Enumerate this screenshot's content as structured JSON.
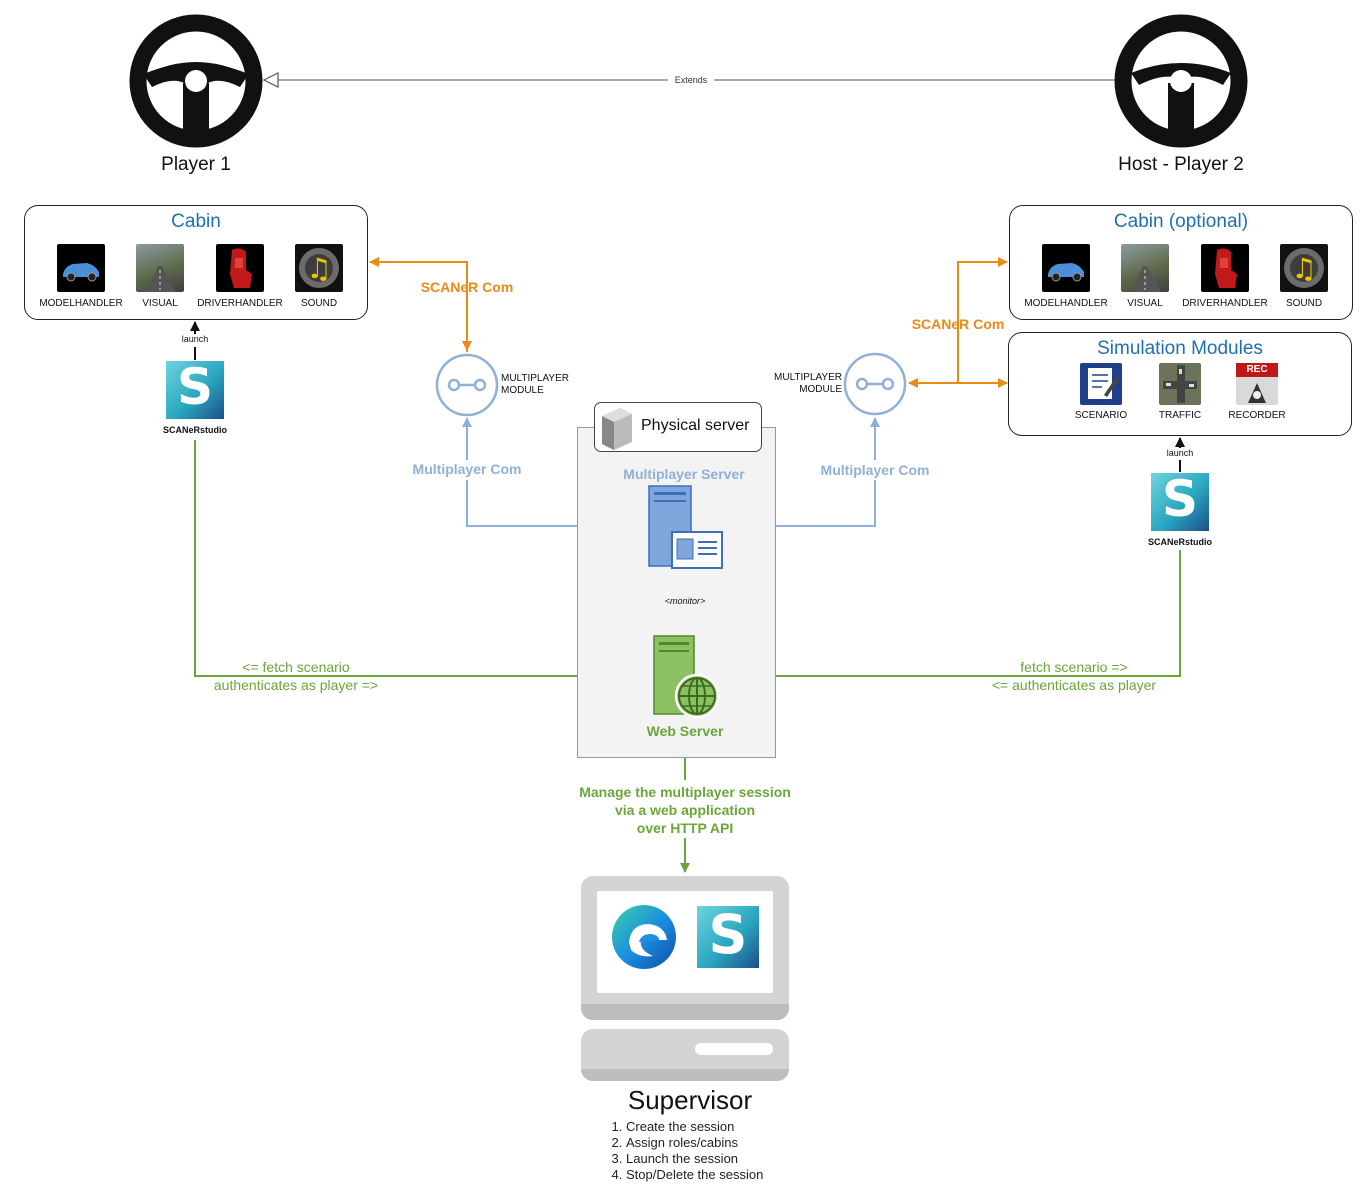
{
  "players": {
    "player1": "Player 1",
    "player2": "Host - Player 2",
    "extends_label": "Extends"
  },
  "cabin_left": {
    "title": "Cabin",
    "modules": [
      "MODELHANDLER",
      "VISUAL",
      "DRIVERHANDLER",
      "SOUND"
    ]
  },
  "cabin_right": {
    "title": "Cabin (optional)",
    "modules": [
      "MODELHANDLER",
      "VISUAL",
      "DRIVERHANDLER",
      "SOUND"
    ]
  },
  "sim_modules": {
    "title": "Simulation Modules",
    "modules": [
      "SCENARIO",
      "TRAFFIC",
      "RECORDER"
    ],
    "recorder_badge": "REC"
  },
  "studio": {
    "name": "SCANeRstudio",
    "logo_letter": "S",
    "launch_label": "launch"
  },
  "multiplayer_module": {
    "line1": "MULTIPLAYER",
    "line2": "MODULE"
  },
  "links": {
    "scaner_com": "SCANeR Com",
    "multiplayer_com": "Multiplayer Com",
    "monitor": "<monitor>"
  },
  "server": {
    "physical": "Physical server",
    "multiplayer_server": "Multiplayer Server",
    "web_server": "Web Server"
  },
  "fetch": {
    "left_line1": "<= fetch scenario",
    "left_line2": "authenticates as player =>",
    "right_line1": "fetch scenario =>",
    "right_line2": "<= authenticates as player"
  },
  "manage": {
    "line1": "Manage the multiplayer session",
    "line2": "via a web application",
    "line3": "over HTTP API"
  },
  "supervisor": {
    "title": "Supervisor",
    "steps": [
      "Create the session",
      "Assign roles/cabins",
      "Launch the session",
      "Stop/Delete the session"
    ]
  },
  "colors": {
    "orange": "#ea8a17",
    "blue": "#8fb0d8",
    "green": "#6aa63a",
    "title_blue": "#1f6fb5"
  }
}
